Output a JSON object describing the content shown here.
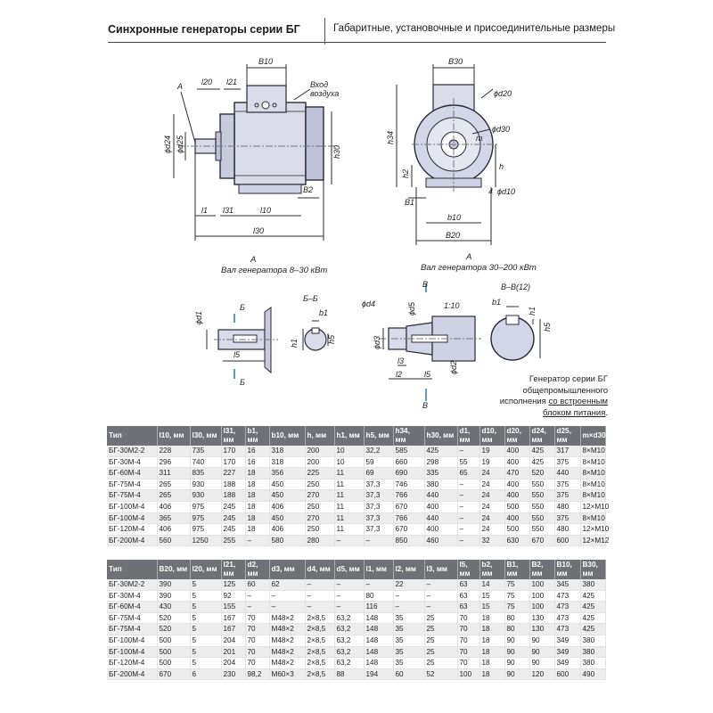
{
  "header": {
    "title": "Синхронные генераторы серии БГ",
    "subtitle": "Габаритные, установочные и присоединительные размеры"
  },
  "drawing": {
    "labels": {
      "B10": "B10",
      "B30": "B30",
      "l20": "l20",
      "l21": "l21",
      "A": "A",
      "inlet1": "Вход",
      "inlet2": "воздуха",
      "d24": "ϕd24",
      "d25": "ϕd25",
      "h30": "h30",
      "B2": "B2",
      "l1": "l1",
      "l31": "l31",
      "l10": "l10",
      "l30": "l30",
      "h34": "h34",
      "d20": "ϕd20",
      "d30": "ϕd30",
      "m": "m",
      "h2": "h2",
      "h": "h",
      "B1": "B1",
      "b10": "b10",
      "B20": "B20",
      "d10": "ϕd10",
      "four": "4",
      "viewA1": "A",
      "caption1": "Вал генератора 8–30 кВт",
      "viewA2": "A",
      "caption2": "Вал генератора 30–200 кВт",
      "d1": "ϕd1",
      "b_mark": "Б",
      "l5": "l5",
      "section_bb": "Б–Б",
      "b1": "b1",
      "h1": "h1",
      "h5": "h5",
      "d4": "ϕd4",
      "d5": "ϕd5",
      "taper": "1:10",
      "d3": "ϕd3",
      "l3": "l3",
      "l2": "l2",
      "d2": "ϕd2",
      "B": "B",
      "section_vv": "В–В(12)",
      "b1b": "b1",
      "h1b": "h1",
      "h5b": "h5"
    }
  },
  "note": {
    "line1": "Генератор серии БГ",
    "line2": "общепромышленного",
    "line3a": "исполнения ",
    "line3b": "со встроенным",
    "line4": "блоком питания",
    "line4end": "."
  },
  "table1": {
    "headers": [
      "Тип",
      "l10, мм",
      "l30, мм",
      "l31, мм",
      "b1, мм",
      "b10, мм",
      "h, мм",
      "h1, мм",
      "h5, мм",
      "h34, мм",
      "h30, мм",
      "d1, мм",
      "d10, мм",
      "d20, мм",
      "d24, мм",
      "d25, мм",
      "m×d30"
    ],
    "rows": [
      [
        "БГ-30М2-2",
        "228",
        "735",
        "170",
        "16",
        "318",
        "200",
        "10",
        "32,2",
        "585",
        "425",
        "–",
        "19",
        "400",
        "425",
        "317",
        "8×М10"
      ],
      [
        "БГ-30М-4",
        "296",
        "740",
        "170",
        "16",
        "318",
        "200",
        "10",
        "59",
        "660",
        "298",
        "55",
        "19",
        "400",
        "425",
        "375",
        "8×М10"
      ],
      [
        "БГ-60М-4",
        "311",
        "835",
        "227",
        "18",
        "356",
        "225",
        "11",
        "69",
        "690",
        "335",
        "65",
        "24",
        "470",
        "520",
        "440",
        "8×М10"
      ],
      [
        "БГ-75М-4",
        "265",
        "930",
        "188",
        "18",
        "450",
        "250",
        "11",
        "37,3",
        "746",
        "380",
        "–",
        "24",
        "400",
        "550",
        "375",
        "8×М10"
      ],
      [
        "БГ-75М-4",
        "265",
        "930",
        "188",
        "18",
        "450",
        "270",
        "11",
        "37,3",
        "766",
        "440",
        "–",
        "24",
        "400",
        "550",
        "375",
        "8×М10"
      ],
      [
        "БГ-100М-4",
        "406",
        "975",
        "245",
        "18",
        "406",
        "250",
        "11",
        "37,3",
        "670",
        "400",
        "–",
        "24",
        "500",
        "550",
        "480",
        "12×М10"
      ],
      [
        "БГ-100М-4",
        "365",
        "975",
        "245",
        "18",
        "450",
        "270",
        "11",
        "37,3",
        "766",
        "440",
        "–",
        "24",
        "400",
        "550",
        "375",
        "8×М10"
      ],
      [
        "БГ-120М-4",
        "406",
        "975",
        "245",
        "18",
        "406",
        "250",
        "11",
        "37,3",
        "670",
        "400",
        "–",
        "24",
        "500",
        "550",
        "480",
        "12×М10"
      ],
      [
        "БГ-200М-4",
        "560",
        "1250",
        "255",
        "–",
        "580",
        "280",
        "–",
        "–",
        "850",
        "460",
        "–",
        "32",
        "630",
        "670",
        "600",
        "12×М12"
      ]
    ]
  },
  "table2": {
    "headers": [
      "Тип",
      "B20, мм",
      "l20, мм",
      "l21, мм",
      "d2, мм",
      "d3, мм",
      "d4, мм",
      "d5, мм",
      "l1, мм",
      "l2, мм",
      "l3, мм",
      "l5, мм",
      "b2, мм",
      "B1, мм",
      "B2, мм",
      "B10, мм",
      "B30, мм"
    ],
    "rows": [
      [
        "БГ-30М2-2",
        "390",
        "5",
        "125",
        "60",
        "62",
        "–",
        "–",
        "–",
        "22",
        "–",
        "63",
        "14",
        "75",
        "100",
        "345",
        "380"
      ],
      [
        "БГ-30М-4",
        "390",
        "5",
        "92",
        "–",
        "–",
        "–",
        "–",
        "80",
        "–",
        "–",
        "63",
        "15",
        "75",
        "100",
        "473",
        "425"
      ],
      [
        "БГ-60М-4",
        "430",
        "5",
        "155",
        "–",
        "–",
        "–",
        "–",
        "116",
        "–",
        "–",
        "63",
        "15",
        "75",
        "100",
        "473",
        "425"
      ],
      [
        "БГ-75М-4",
        "520",
        "5",
        "167",
        "70",
        "М48×2",
        "2×8,5",
        "63,2",
        "148",
        "35",
        "25",
        "70",
        "18",
        "80",
        "130",
        "473",
        "425"
      ],
      [
        "БГ-75М-4",
        "520",
        "5",
        "167",
        "70",
        "М48×2",
        "2×8,5",
        "63,2",
        "148",
        "35",
        "25",
        "70",
        "18",
        "80",
        "130",
        "473",
        "425"
      ],
      [
        "БГ-100М-4",
        "500",
        "5",
        "204",
        "70",
        "М48×2",
        "2×8,5",
        "63,2",
        "148",
        "35",
        "25",
        "70",
        "18",
        "90",
        "90",
        "349",
        "380"
      ],
      [
        "БГ-100М-4",
        "500",
        "5",
        "201",
        "70",
        "М48×2",
        "2×8,5",
        "63,2",
        "148",
        "35",
        "25",
        "70",
        "18",
        "90",
        "90",
        "349",
        "380"
      ],
      [
        "БГ-120М-4",
        "500",
        "5",
        "204",
        "70",
        "М48×2",
        "2×8,5",
        "63,2",
        "148",
        "35",
        "25",
        "70",
        "18",
        "90",
        "90",
        "349",
        "380"
      ],
      [
        "БГ-200М-4",
        "670",
        "6",
        "230",
        "98,2",
        "М60×3",
        "2×8,5",
        "88",
        "194",
        "60",
        "52",
        "100",
        "18",
        "90",
        "120",
        "600",
        "490"
      ]
    ]
  }
}
